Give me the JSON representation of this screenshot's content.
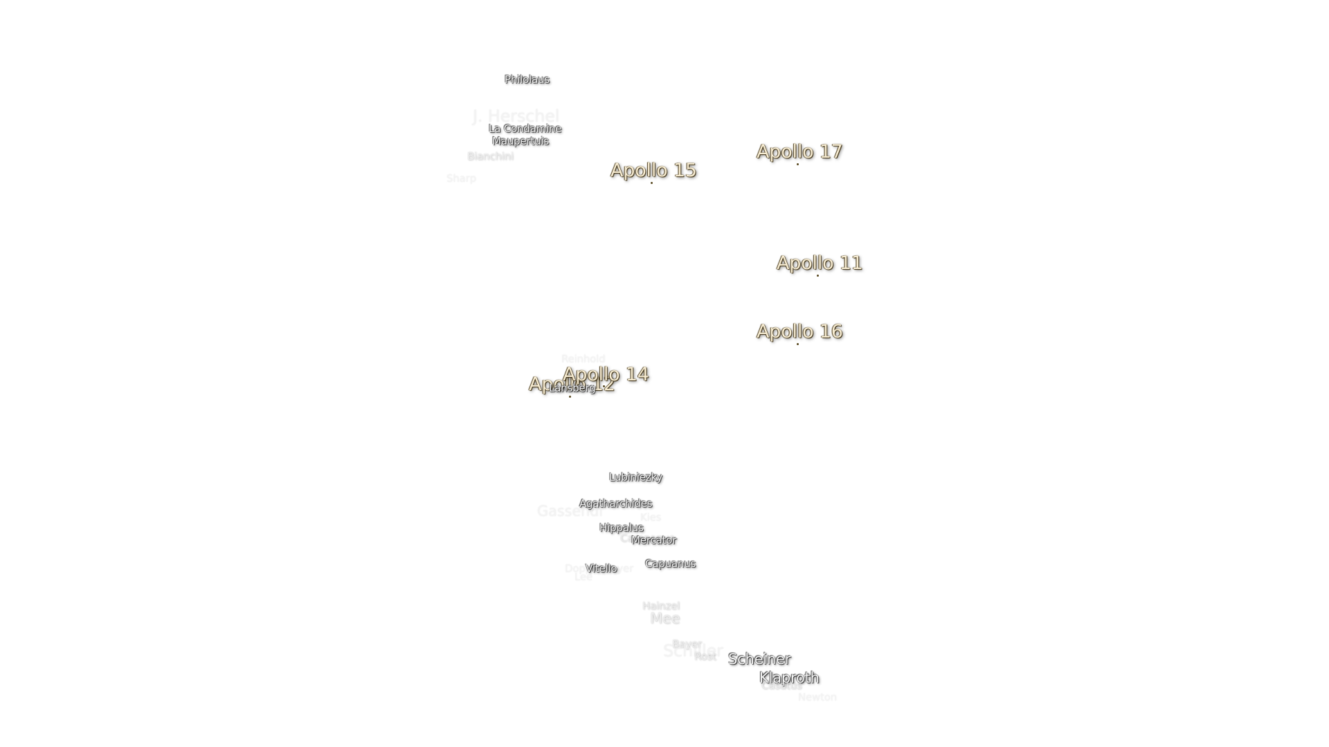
{
  "map": {
    "apollo_sites": [
      {
        "id": "apollo-11",
        "label": "Apollo 11"
      },
      {
        "id": "apollo-12",
        "label": "Apollo 12"
      },
      {
        "id": "apollo-14",
        "label": "Apollo 14"
      },
      {
        "id": "apollo-15",
        "label": "Apollo 15"
      },
      {
        "id": "apollo-16",
        "label": "Apollo 16"
      },
      {
        "id": "apollo-17",
        "label": "Apollo 17"
      }
    ],
    "craters": {
      "philolaus": "Philolaus",
      "j_herschel": "J. Herschel",
      "la_condamine": "La Condamine",
      "maupertuis": "Maupertuis",
      "bianchini": "Bianchini",
      "sharp": "Sharp",
      "reinhold": "Reinhold",
      "lansberg": "Lansberg",
      "lubiniezky": "Lubiniezky",
      "agatharchides": "Agatharchides",
      "gassendi": "Gassendi",
      "kies": "Kies",
      "hippalus": "Hippalus",
      "campanus": "Campanus",
      "mercator": "Mercator",
      "capuanus": "Capuanus",
      "doppelmayer": "Doppelmayer",
      "vitello": "Vitello",
      "lee": "Lee",
      "hainzel": "Hainzel",
      "mee": "Mee",
      "bayer": "Bayer",
      "schiller": "Schiller",
      "rost": "Rost",
      "scheiner": "Scheiner",
      "klaproth": "Klaproth",
      "casatus": "Casatus",
      "newton": "Newton"
    }
  }
}
